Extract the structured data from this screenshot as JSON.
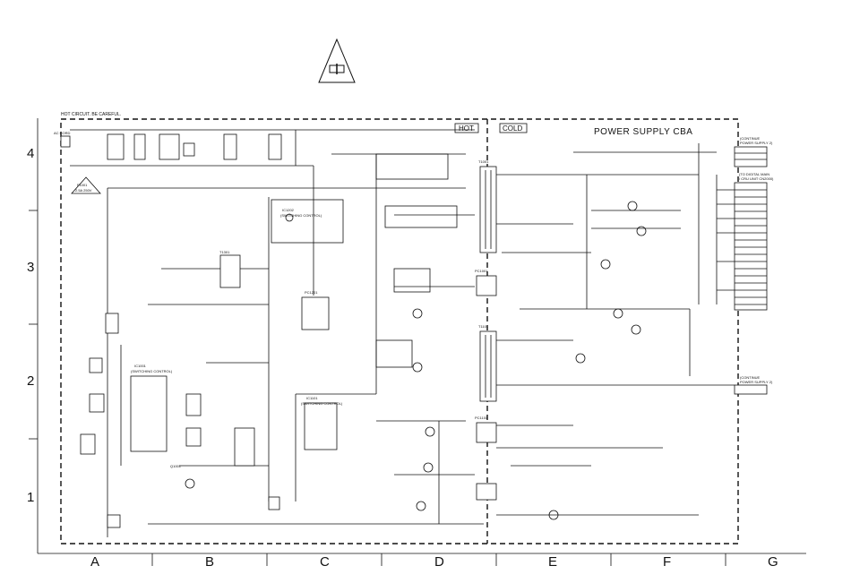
{
  "warning_symbol": "fuse-warning-icon",
  "hot_note": "HOT CIRCUIT. BE CAREFUL.",
  "title": "POWER SUPPLY CBA",
  "regions": {
    "hot": "HOT",
    "cold": "COLD"
  },
  "fuse_note": {
    "top": "F1001",
    "bottom": "2.5A 250V"
  },
  "ac_cord": "AC CORD",
  "row_labels": [
    "4",
    "3",
    "2",
    "1"
  ],
  "column_labels": [
    "A",
    "B",
    "C",
    "D",
    "E",
    "F",
    "G"
  ],
  "connector_notes": {
    "top": [
      "(CONTINUE",
      "POWER SUPPLY 2)"
    ],
    "mid": [
      "(TO DIGITAL MAIN",
      "/ CRU UNIT CN2000)"
    ],
    "bottom": [
      "(CONTINUE",
      "POWER SUPPLY 2)"
    ]
  },
  "component_labels": {
    "ic1": [
      "IC1001",
      "(SWITCHING CONTROL)"
    ],
    "ic2": [
      "IC1101",
      "(SWITCHING CONTROL)"
    ],
    "ic3": [
      "IC1202",
      "(SWITCHING CONTROL)"
    ],
    "t1": "T1001",
    "t2": "T1101",
    "t3": "T1301",
    "q1": "Q1001",
    "pc1": "PC1001",
    "pc2": "PC1101",
    "pc3": "PC1201"
  }
}
